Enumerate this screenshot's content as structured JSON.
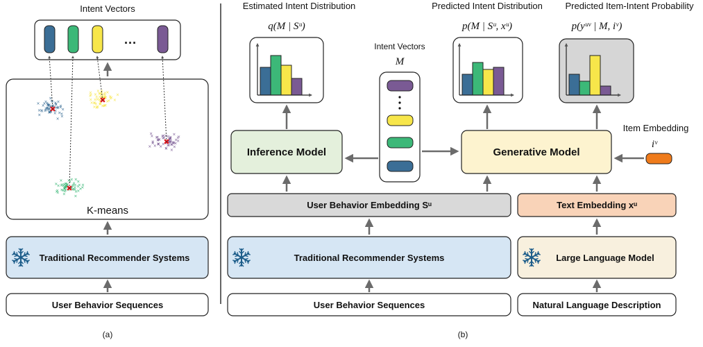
{
  "panel_a": {
    "title": "Intent Vectors",
    "ellipsis": "···",
    "kmeans_label": "K-means",
    "recsys_label": "Traditional Recommender Systems",
    "sequences_label": "User Behavior Sequences",
    "caption": "(a)",
    "colors": {
      "blue": "#3b6e96",
      "green": "#3cb878",
      "yellow": "#f7e64a",
      "purple": "#7a5a94",
      "centroid": "#e0161b",
      "box_fill": "#d6e6f4"
    }
  },
  "panel_b": {
    "caption": "(b)",
    "estimated_title": "Estimated Intent Distribution",
    "estimated_formula": "q(M | Sᵘ)",
    "predicted_title": "Predicted Intent Distribution",
    "predicted_formula": "p(M | Sᵘ, xᵘ)",
    "item_prob_title": "Predicted Item-Intent Probability",
    "item_prob_formula": "p(yᵘᵛ | M, iᵛ)",
    "intent_vectors_title": "Intent Vectors",
    "intent_vectors_symbol": "M",
    "inference_label": "Inference Model",
    "generative_label": "Generative Model",
    "item_embedding_title": "Item Embedding",
    "item_embedding_symbol": "iᵛ",
    "user_embedding_label": "User Behavior Embedding Sᵘ",
    "text_embedding_label": "Text Embedding xᵘ",
    "recsys_label": "Traditional Recommender Systems",
    "llm_label": "Large Language Model",
    "sequences_label": "User Behavior Sequences",
    "nl_label": "Natural Language Description",
    "colors": {
      "inference_fill": "#e4f0dc",
      "generative_fill": "#fdf3cf",
      "user_embed_fill": "#d9d9d9",
      "text_embed_fill": "#f9d3b8",
      "recsys_fill": "#d6e6f4",
      "llm_fill": "#f8f0de",
      "item_embed": "#ef7b1b"
    }
  }
}
